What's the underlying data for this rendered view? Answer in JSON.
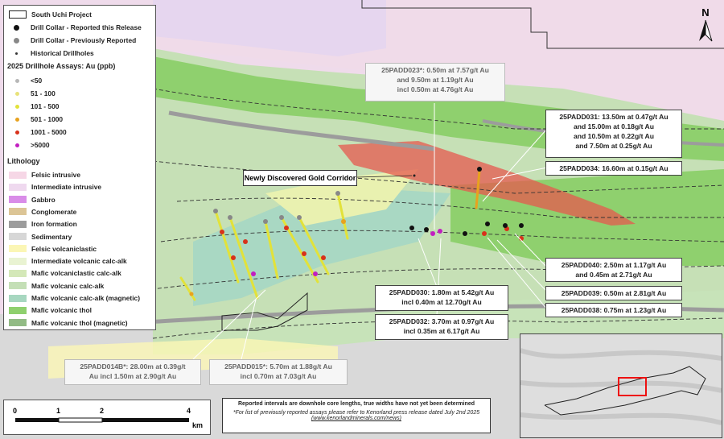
{
  "legend": {
    "project": "South Uchi Project",
    "collar_current": "Drill Collar - Reported this Release",
    "collar_previous": "Drill Collar - Previously Reported",
    "historical": "Historical Drillholes",
    "assay_title": "2025 Drillhole Assays: Au (ppb)",
    "assay_classes": [
      {
        "label": "<50",
        "color": "#b7b7b7"
      },
      {
        "label": "51 - 100",
        "color": "#e8e27a"
      },
      {
        "label": "101 - 500",
        "color": "#e2e23a"
      },
      {
        "label": "501 - 1000",
        "color": "#e8a21e"
      },
      {
        "label": "1001 - 5000",
        "color": "#d8311b"
      },
      {
        "label": ">5000",
        "color": "#c21fc0"
      }
    ],
    "lithology_title": "Lithology",
    "lithology": [
      {
        "label": "Felsic intrusive",
        "color": "#f6d7e6"
      },
      {
        "label": "Intermediate intrusive",
        "color": "#efd9ef"
      },
      {
        "label": "Gabbro",
        "color": "#d98ce8"
      },
      {
        "label": "Conglomerate",
        "color": "#dcc596"
      },
      {
        "label": "Iron formation",
        "color": "#9c9c9c"
      },
      {
        "label": "Sedimentary",
        "color": "#d7d7d7"
      },
      {
        "label": "Felsic volcaniclastic",
        "color": "#fbf6b5"
      },
      {
        "label": "Intermediate volcanic calc-alk",
        "color": "#e9f3d2"
      },
      {
        "label": "Mafic volcaniclastic calc-alk",
        "color": "#d4e8b8"
      },
      {
        "label": "Mafic volcanic calc-alk",
        "color": "#c4dfb6"
      },
      {
        "label": "Mafic volcanic calc-alk (magnetic)",
        "color": "#a7d7c0"
      },
      {
        "label": "Mafic volcanic thol",
        "color": "#8fd06e"
      },
      {
        "label": "Mafic volcanic thol (magnetic)",
        "color": "#92bb85"
      }
    ]
  },
  "callouts": {
    "c023": [
      "25PADD023*: 0.50m at 7.57g/t Au",
      "and 9.50m at 1.19g/t Au",
      "incl 0.50m at 4.76g/t Au"
    ],
    "c031": [
      "25PADD031: 13.50m at 0.47g/t Au",
      "and  15.00m at 0.18g/t Au",
      "and 10.50m at 0.22g/t Au",
      "and 7.50m at 0.25g/t Au"
    ],
    "c034": [
      "25PADD034: 16.60m at 0.15g/t Au"
    ],
    "c040": [
      "25PADD040: 2.50m at 1.17g/t Au",
      "and  0.45m at 2.71g/t Au"
    ],
    "c039": [
      "25PADD039: 0.50m at 2.81g/t Au"
    ],
    "c038": [
      "25PADD038: 0.75m at 1.23g/t Au"
    ],
    "c030": [
      "25PADD030: 1.80m at 5.42g/t Au",
      "incl 0.40m at 12.70g/t Au"
    ],
    "c032": [
      "25PADD032: 3.70m at 0.97g/t Au",
      "incl 0.35m at 6.17g/t Au"
    ],
    "c014": [
      "25PADD014B*: 28.00m at 0.39g/t",
      "Au incl 1.50m at 2.90g/t Au"
    ],
    "c015": [
      "25PADD015*: 5.70m at 1.88g/t Au",
      "incl 0.70m at 7.03g/t Au"
    ]
  },
  "corridor_label": "Newly Discovered Gold Corridor",
  "note": {
    "line1": "Reported intervals are downhole core lengths, true widths have not yet been determined",
    "line2": "*For list of previously reported assays please refer to Kenorland press release dated July 2nd 2025",
    "line3": "(www.kenorlandminerals.com/news)"
  },
  "scale": {
    "ticks": [
      "0",
      "1",
      "2",
      "4"
    ],
    "unit": "km"
  },
  "north": "N"
}
